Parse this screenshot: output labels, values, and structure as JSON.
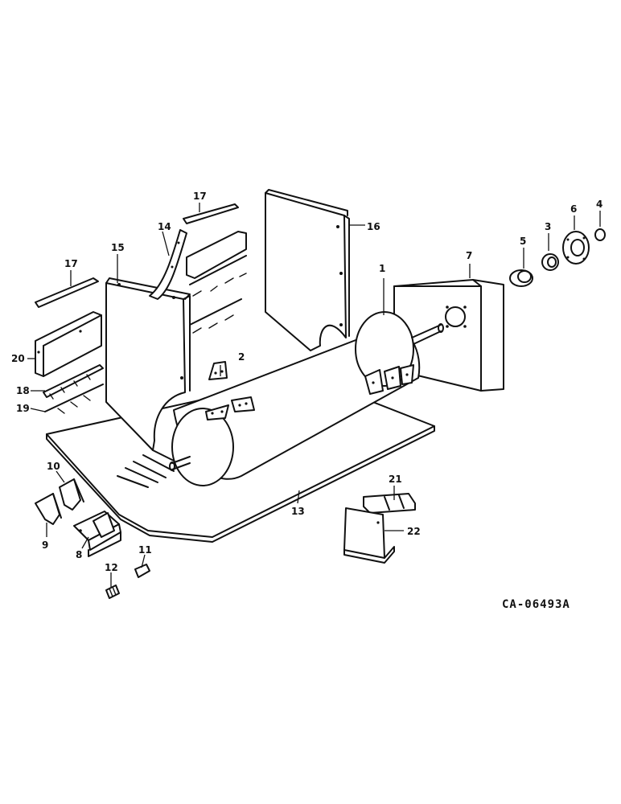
{
  "figure": {
    "reference_code": "CA-06493A",
    "callouts": [
      "1",
      "2",
      "3",
      "4",
      "5",
      "6",
      "7",
      "8",
      "9",
      "10",
      "11",
      "12",
      "13",
      "14",
      "15",
      "16",
      "17",
      "17",
      "18",
      "19",
      "20",
      "21",
      "22"
    ]
  }
}
